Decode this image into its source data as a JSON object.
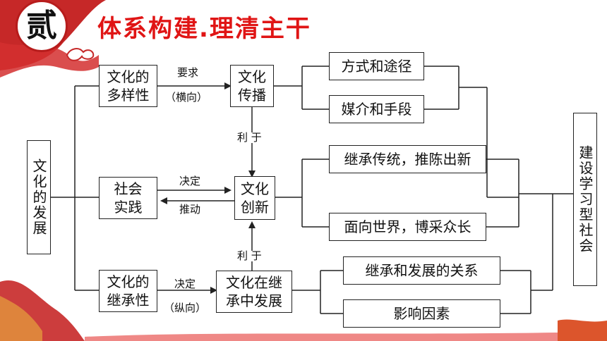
{
  "slide": {
    "badge": "贰",
    "title": "体系构建.理清主干"
  },
  "nodes": {
    "root": "文化的发展",
    "diversity": "文化的多样性",
    "practice": "社会实践",
    "inheritance": "文化的继承性",
    "spread": "文化传播",
    "innovation": "文化创新",
    "inherit_develop": "文化在继承中发展",
    "ways": "方式和途径",
    "media": "媒介和手段",
    "inherit_old": "继承传统，推陈出新",
    "face_world": "面向世界，博采众长",
    "relation": "继承和发展的关系",
    "factors": "影响因素",
    "goal": "建设学习型社会"
  },
  "labels": {
    "require": "要求",
    "horizontal": "（横向）",
    "decide1": "决定",
    "promote": "推动",
    "decide2": "决定",
    "vertical": "（纵向）",
    "benefit1": "利 于",
    "benefit2": "利 于"
  },
  "colors": {
    "title_red": "#e01515",
    "decor_red": "#b71c1c"
  }
}
